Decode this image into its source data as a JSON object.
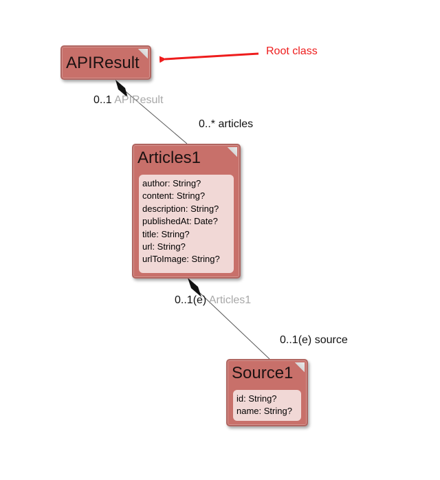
{
  "diagram": {
    "classes": {
      "api_result": {
        "name": "APIResult",
        "attributes": []
      },
      "articles": {
        "name": "Articles1",
        "attributes": [
          "author: String?",
          "content: String?",
          "description: String?",
          "publishedAt: Date?",
          "title: String?",
          "url: String?",
          "urlToImage: String?"
        ]
      },
      "source": {
        "name": "Source1",
        "attributes": [
          "id: String?",
          "name: String?"
        ]
      }
    },
    "associations": [
      {
        "from": "APIResult",
        "to": "Articles1",
        "aggregation": "composite",
        "source_multiplicity": "0..1",
        "source_role": "APIResult",
        "target_label": "0..* articles"
      },
      {
        "from": "Articles1",
        "to": "Source1",
        "aggregation": "composite",
        "source_multiplicity": "0..1(e)",
        "source_role": "Articles1",
        "target_label": "0..1(e) source"
      }
    ],
    "annotation": {
      "text": "Root class",
      "color": "#ee1c1c"
    },
    "colors": {
      "class_fill": "#c8706a",
      "class_border": "#b06560",
      "attribute_panel": "#f1d8d6",
      "connector": "#555555",
      "role_text": "#a8a8a8"
    }
  }
}
